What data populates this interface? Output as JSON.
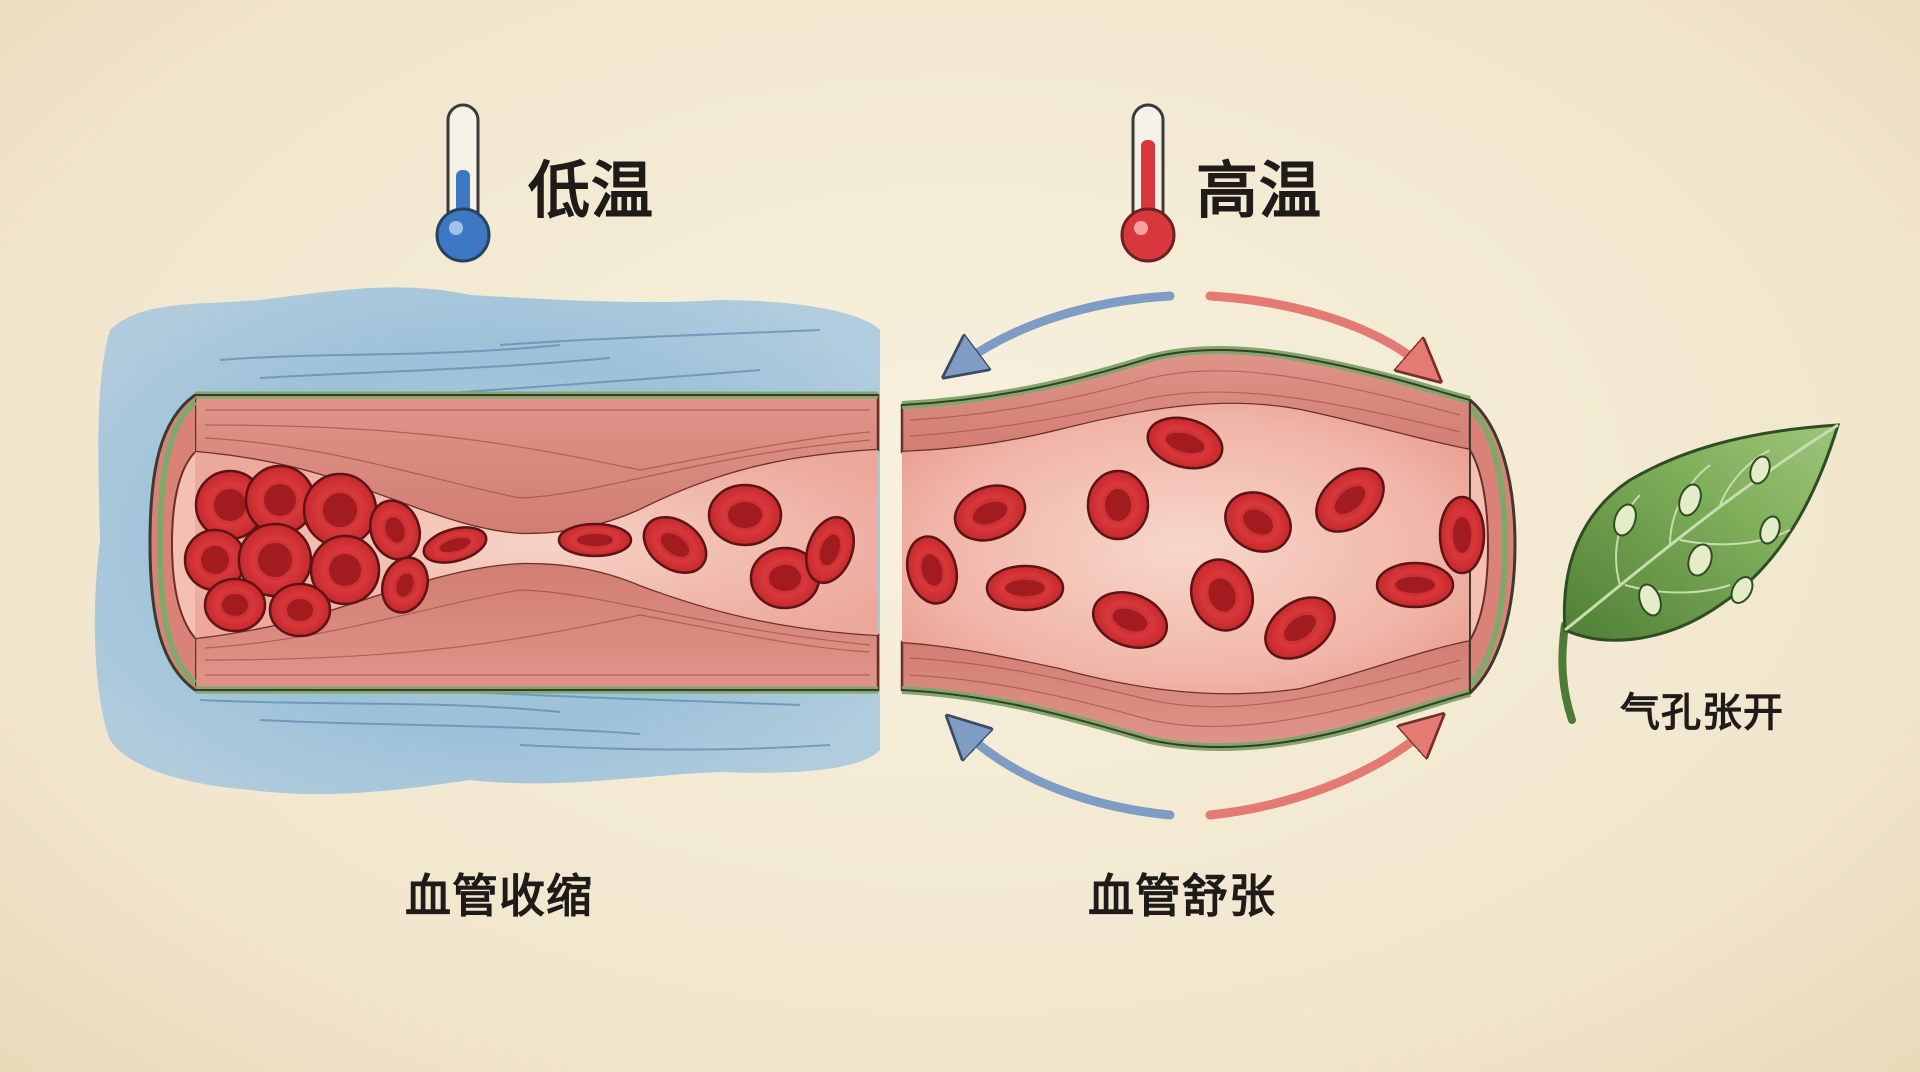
{
  "cold": {
    "temperature_label": "低温",
    "caption": "血管收缩",
    "thermometer_color": "#3f78c2"
  },
  "hot": {
    "temperature_label": "高温",
    "caption": "血管舒张",
    "thermometer_color": "#d8383c"
  },
  "leaf": {
    "caption": "气孔张开"
  },
  "colors": {
    "background": "#f4ecd9",
    "vessel_wall": "#d98378",
    "vessel_outer": "#8fb27d",
    "lumen": "#f0b3a8",
    "blood_cell": "#cc2a2e",
    "cold_wash": "#8ab5d6",
    "arrow_blue": "#7f9cc4",
    "arrow_red": "#e47a72",
    "leaf_green": "#6a9b4c"
  },
  "icons": {
    "cold_thermometer": "thermometer-low-icon",
    "hot_thermometer": "thermometer-high-icon",
    "leaf": "leaf-icon"
  }
}
